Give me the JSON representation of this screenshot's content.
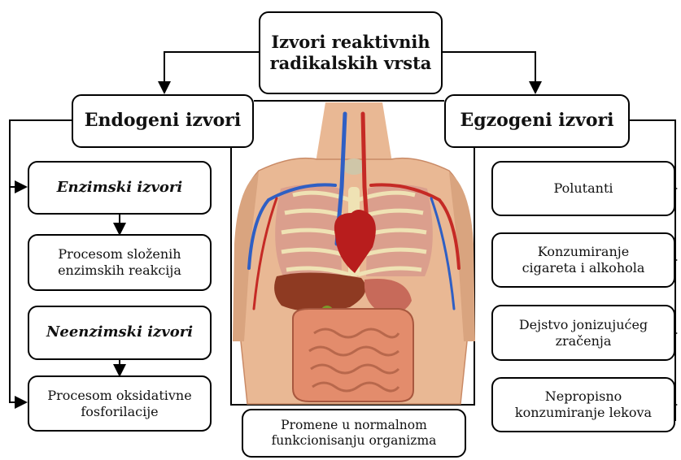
{
  "title": {
    "line1": "Izvori reaktivnih",
    "line2": "radikalskih vrsta"
  },
  "endogeni": {
    "label": "Endogeni izvori",
    "enzimski": "Enzimski izvori",
    "enzimski_detail": {
      "line1": "Procesom složenih",
      "line2": "enzimskih reakcija"
    },
    "neenzimski": "Neenzimski izvori",
    "neenzimski_detail": {
      "line1": "Procesom oksidativne",
      "line2": "fosforilacije"
    }
  },
  "egzogeni": {
    "label": "Egzogeni izvori",
    "items": [
      {
        "line1": "Polutanti"
      },
      {
        "line1": "Konzumiranje",
        "line2": "cigareta i alkohola"
      },
      {
        "line1": "Dejstvo jonizujućeg",
        "line2": "zračenja"
      },
      {
        "line1": "Nepropisno",
        "line2": "konzumiranje lekova"
      }
    ]
  },
  "center_caption": {
    "line1": "Promene u normalnom",
    "line2": "funkcionisanju organizma"
  },
  "colors": {
    "skin": "#e9b894",
    "skin_shadow": "#c98a66",
    "heart": "#b81d1d",
    "artery": "#c52a25",
    "vein": "#2f5fc4",
    "liver": "#8e3a22",
    "intestine": "#e38c6c",
    "lung": "#d89a8c",
    "rib": "#efe2b4"
  }
}
